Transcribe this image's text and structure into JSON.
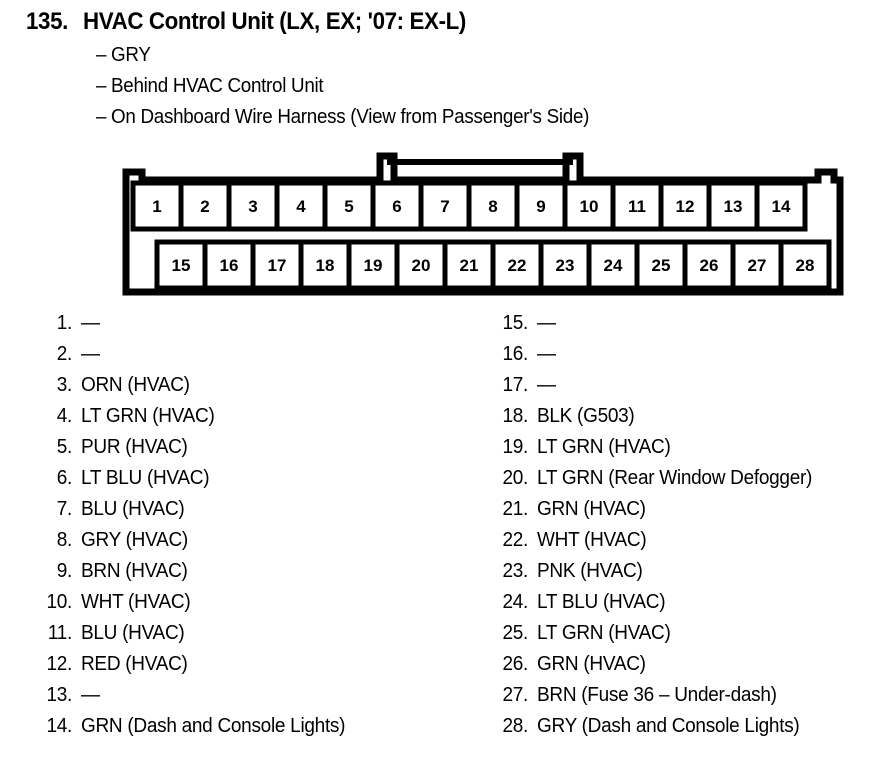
{
  "header": {
    "item_number": "135.",
    "title": "HVAC Control Unit (LX, EX; '07: EX-L)",
    "subtitles": [
      "GRY",
      "Behind HVAC Control Unit",
      "On Dashboard Wire Harness (View from Passenger's Side)"
    ],
    "dash": "–"
  },
  "connector": {
    "name": "28-pin GRY connector",
    "top_row_pins": [
      "1",
      "2",
      "3",
      "4",
      "5",
      "6",
      "7",
      "8",
      "9",
      "10",
      "11",
      "12",
      "13",
      "14"
    ],
    "bottom_row_pins": [
      "15",
      "16",
      "17",
      "18",
      "19",
      "20",
      "21",
      "22",
      "23",
      "24",
      "25",
      "26",
      "27",
      "28"
    ],
    "line_color": "#000000",
    "fill_color": "#ffffff"
  },
  "pin_list": {
    "left_column": [
      {
        "index": "1.",
        "desc": "—"
      },
      {
        "index": "2.",
        "desc": "—"
      },
      {
        "index": "3.",
        "desc": "ORN (HVAC)"
      },
      {
        "index": "4.",
        "desc": "LT GRN (HVAC)"
      },
      {
        "index": "5.",
        "desc": "PUR (HVAC)"
      },
      {
        "index": "6.",
        "desc": "LT BLU (HVAC)"
      },
      {
        "index": "7.",
        "desc": "BLU (HVAC)"
      },
      {
        "index": "8.",
        "desc": "GRY (HVAC)"
      },
      {
        "index": "9.",
        "desc": "BRN (HVAC)"
      },
      {
        "index": "10.",
        "desc": "WHT (HVAC)"
      },
      {
        "index": "11.",
        "desc": "BLU (HVAC)"
      },
      {
        "index": "12.",
        "desc": "RED (HVAC)"
      },
      {
        "index": "13.",
        "desc": "—"
      },
      {
        "index": "14.",
        "desc": "GRN (Dash and Console Lights)"
      }
    ],
    "right_column": [
      {
        "index": "15.",
        "desc": "—"
      },
      {
        "index": "16.",
        "desc": "—"
      },
      {
        "index": "17.",
        "desc": "—"
      },
      {
        "index": "18.",
        "desc": "BLK (G503)"
      },
      {
        "index": "19.",
        "desc": "LT GRN (HVAC)"
      },
      {
        "index": "20.",
        "desc": "LT GRN (Rear Window Defogger)"
      },
      {
        "index": "21.",
        "desc": "GRN (HVAC)"
      },
      {
        "index": "22.",
        "desc": "WHT (HVAC)"
      },
      {
        "index": "23.",
        "desc": "PNK (HVAC)"
      },
      {
        "index": "24.",
        "desc": "LT BLU (HVAC)"
      },
      {
        "index": "25.",
        "desc": "LT GRN (HVAC)"
      },
      {
        "index": "26.",
        "desc": "GRN (HVAC)"
      },
      {
        "index": "27.",
        "desc": "BRN (Fuse 36 – Under-dash)"
      },
      {
        "index": "28.",
        "desc": "GRY (Dash and Console Lights)"
      }
    ]
  }
}
